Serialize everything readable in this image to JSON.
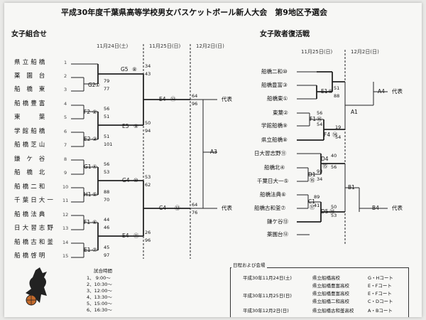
{
  "title": "平成30年度千葉県高等学校男女バスケットボール新人大会　第9地区予選会",
  "left": {
    "section": "女子組合せ",
    "dates": [
      "11月24日(土)",
      "11月25日(日)",
      "12月2日(日)"
    ],
    "teams": [
      {
        "num": "1",
        "name": "県 立 船 橋"
      },
      {
        "num": "2",
        "name": "薬　園　台"
      },
      {
        "num": "3",
        "name": "船　橋　東"
      },
      {
        "num": "4",
        "name": "船 橋 豊 富"
      },
      {
        "num": "5",
        "name": "東　　　葉"
      },
      {
        "num": "6",
        "name": "学 館 船 橋"
      },
      {
        "num": "7",
        "name": "船 橋 芝 山"
      },
      {
        "num": "8",
        "name": "鎌　ケ　谷"
      },
      {
        "num": "9",
        "name": "船　橋　北"
      },
      {
        "num": "10",
        "name": "船 橋 二 和"
      },
      {
        "num": "11",
        "name": "千 葉 日 大 一"
      },
      {
        "num": "12",
        "name": "船 橋 法 典"
      },
      {
        "num": "13",
        "name": "日 大 習 志 野"
      },
      {
        "num": "14",
        "name": "船 橋 古 和 釜"
      },
      {
        "num": "15",
        "name": "船 橋 啓 明"
      }
    ],
    "games": {
      "g5": "G5",
      "g5_n": "⑧",
      "g5_s1": "34",
      "g5_s2": "43",
      "g2": "G2",
      "g2_n": "①",
      "g2_s1": "79",
      "g2_s2": "77",
      "f2": "F2",
      "f2_n": "②",
      "f2_s1": "56",
      "f2_s2": "51",
      "e5": "E5",
      "e5_n": "⑨",
      "e5_s1": "50",
      "e5_s2": "94",
      "e2": "E2",
      "e2_n": "③",
      "e2_s1": "51",
      "e2_s2": "101",
      "e4t": "E4",
      "e4t_n": "⑫",
      "e4t_s1": "64",
      "e4t_s2": "96",
      "g1": "G1",
      "g1_n": "④",
      "g1_s1": "56",
      "g1_s2": "53",
      "g4": "G4",
      "g4_n": "⑩",
      "g4_s1": "53",
      "g4_s2": "62",
      "h1": "H1",
      "h1_n": "⑤",
      "h1_s1": "88",
      "h1_s2": "70",
      "c4": "C4",
      "c4_n": "⑬",
      "c4_s1": "64",
      "c4_s2": "76",
      "f1": "F1",
      "f1_n": "⑥",
      "f1_s1": "44",
      "f1_s2": "46",
      "e4b": "E4",
      "e4b_n": "⑪",
      "e4b_s1": "26",
      "e4b_s2": "96",
      "e1": "E1",
      "e1_n": "⑦",
      "e1_s1": "45",
      "e1_s2": "97",
      "a3": "A3",
      "rep1": "代表",
      "rep2": "代表"
    }
  },
  "right": {
    "section": "女子敗者復活戦",
    "dates": [
      "11月25日(日)",
      "12月2日(日)"
    ],
    "teams": [
      "船橋二和⑩",
      "船橋豊富③",
      "船橋東①",
      "東葉②",
      "学館船橋⑨",
      "県立船橋⑧",
      "日大習志野⑪",
      "船橋北④",
      "千葉日大一⑤",
      "船橋法典⑥",
      "船橋古和釜⑦",
      "鎌ケ谷⑬",
      "薬園台⑫"
    ],
    "games": {
      "e1": "E1",
      "e1_n": "⑧",
      "e1_s1": "51",
      "e1_s2": "88",
      "a4": "A4",
      "rep_a": "代表",
      "f1": "F1",
      "f1_n": "⑯",
      "f1_s1": "56",
      "f1_s2": "54",
      "a1": "A1",
      "f4": "F4",
      "f4_n": "⑭",
      "f4_s1": "19",
      "f4_s2": "54",
      "d4": "D4",
      "d4_n": "⑮",
      "d4_s1": "40",
      "d4_s2": "56",
      "d1": "D1",
      "d1_n": "⑯",
      "d1_s1": "93",
      "d1_s2": "34",
      "b1": "B1",
      "c1": "C1",
      "c1_n": "⑰",
      "c1_s1": "89",
      "c1_s2": "41",
      "d5": "D5",
      "d5_n": "⑱",
      "d5_s1": "50",
      "d5_s2": "53",
      "b4": "B4",
      "rep_b": "代表"
    }
  },
  "schedule": {
    "heading": "試合時間",
    "items": [
      "1、 9:00～",
      "2、10:30～",
      "3、12:00～",
      "4、13:30～",
      "5、15:00～",
      "6、16:30～"
    ]
  },
  "venues": {
    "heading": "日程および会場",
    "rows": [
      {
        "date": "平成30年11月24日(土)",
        "school": "県立船橋高校",
        "court": "G・Hコート"
      },
      {
        "date": "",
        "school": "県立船橋豊富高校",
        "court": "E・Fコート"
      },
      {
        "date": "平成30年11月25日(日)",
        "school": "県立船橋豊富高校",
        "court": "E・Fコート"
      },
      {
        "date": "",
        "school": "県立船橋二和高校",
        "court": "C・Dコート"
      },
      {
        "date": "平成30年12月2日(日)",
        "school": "県立船橋古和釜高校",
        "court": "A・Bコート"
      }
    ]
  }
}
